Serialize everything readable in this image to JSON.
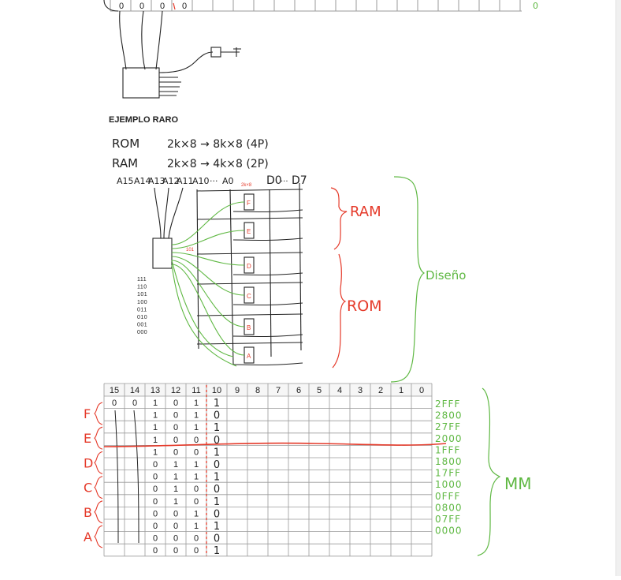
{
  "heading": "EJEMPLO RARO",
  "colors": {
    "ink": "#222222",
    "red": "#e53a2a",
    "green": "#5fb843",
    "grid": "#9a9a9a"
  },
  "top_table": {
    "row_values": [
      "0",
      "0",
      "0",
      "0"
    ],
    "right_note": "0"
  },
  "notes": {
    "rom_line": {
      "label": "ROM",
      "expr": "2k×8 → 8k×8  (4P)"
    },
    "ram_line": {
      "label": "RAM",
      "expr": "2k×8 → 4k×8  (2P)"
    },
    "address_labels": [
      "A15",
      "A14",
      "A13",
      "A12",
      "A11",
      "A10",
      "···",
      "A0"
    ],
    "data_labels": [
      "D0",
      "···",
      "D7"
    ],
    "chip_size": "2k×8",
    "decoder_out": "101",
    "codes": [
      "111",
      "110",
      "101",
      "100",
      "011",
      "010",
      "001",
      "000"
    ],
    "chips": [
      "F",
      "E",
      "D",
      "C",
      "B",
      "A"
    ],
    "ram_label": "RAM",
    "rom_label": "ROM",
    "design_label": "Diseño",
    "mm_label": "MM"
  },
  "map_table": {
    "headers": [
      "15",
      "14",
      "13",
      "12",
      "11",
      "10",
      "9",
      "8",
      "7",
      "6",
      "5",
      "4",
      "3",
      "2",
      "1",
      "0"
    ],
    "first_row": [
      "0",
      "0",
      "1",
      "0",
      "1"
    ],
    "rows": [
      [
        "1",
        "0",
        "1"
      ],
      [
        "1",
        "0",
        "1"
      ],
      [
        "1",
        "0",
        "0"
      ],
      [
        "1",
        "0",
        "0"
      ],
      [
        "0",
        "1",
        "1"
      ],
      [
        "0",
        "1",
        "1"
      ],
      [
        "0",
        "1",
        "0"
      ],
      [
        "0",
        "1",
        "0"
      ],
      [
        "0",
        "0",
        "1"
      ],
      [
        "0",
        "0",
        "1"
      ],
      [
        "0",
        "0",
        "0"
      ],
      [
        "0",
        "0",
        "0"
      ]
    ],
    "hand_bits": [
      "1",
      "0",
      "1",
      "0",
      "1",
      "0",
      "1",
      "0",
      "1",
      "0",
      "1",
      "0",
      "1"
    ],
    "hex": [
      "2FFF",
      "2800",
      "27FF",
      "2000",
      "1FFF",
      "1800",
      "17FF",
      "1000",
      "0FFF",
      "0800",
      "07FF",
      "0000"
    ],
    "chip_labels": [
      "F",
      "E",
      "D",
      "C",
      "B",
      "A"
    ]
  }
}
